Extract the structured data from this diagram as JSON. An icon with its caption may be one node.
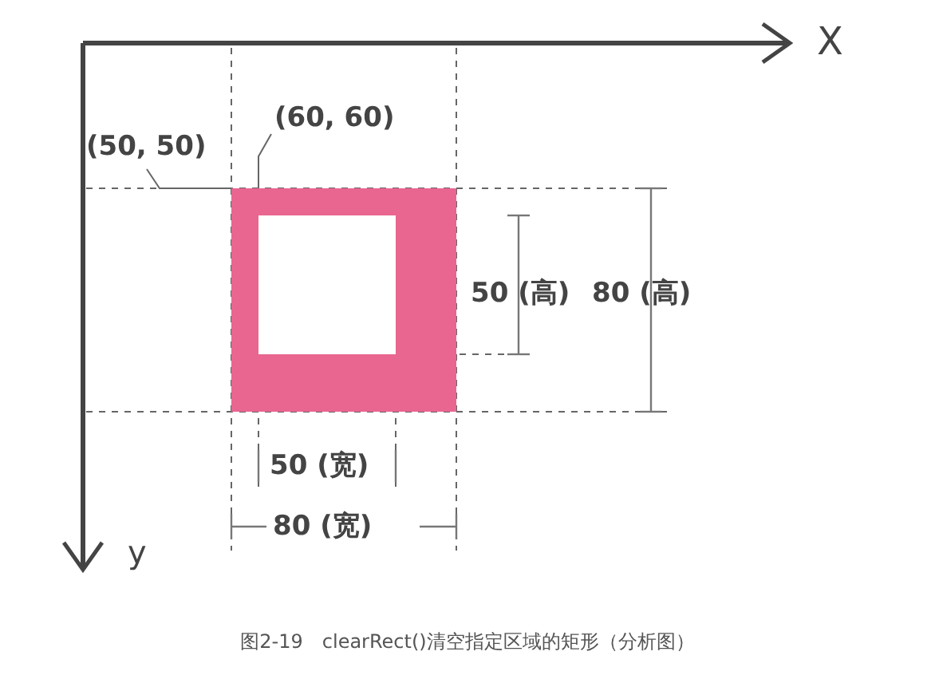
{
  "diagram": {
    "caption": "图2-19　clearRect()清空指定区域的矩形（分析图）",
    "nodes": [
      {
        "text": [
          "(50, 50)"
        ]
      },
      {
        "text": [
          "(60, 60)"
        ]
      },
      {
        "text": [],
        "shape": "box"
      },
      {
        "text": [],
        "shape": "box",
        "in": 2
      }
    ],
    "edges": [
      {
        "from": 0,
        "to": 2,
        "arrow": "none"
      },
      {
        "from": 1,
        "to": 3,
        "arrow": "none"
      }
    ],
    "labels": [
      "X",
      "y",
      "50 (高)",
      "80 (高)",
      "50 (宽)",
      "80 (宽)"
    ]
  }
}
